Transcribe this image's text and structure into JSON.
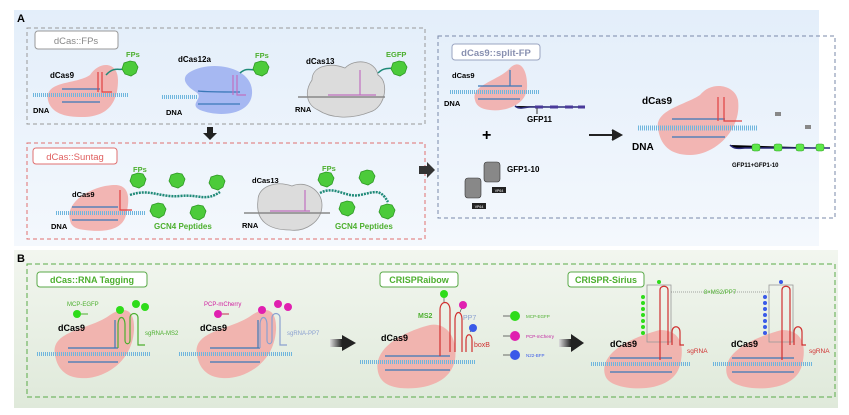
{
  "panel_a": {
    "letter": "A",
    "fps_box": {
      "title": "dCas::FPs",
      "dcas9": "dCas9",
      "dna1": "DNA",
      "fps1": "FPs",
      "dcas12a": "dCas12a",
      "dna2": "DNA",
      "fps2": "FPs",
      "dcas13": "dCas13",
      "rna": "RNA",
      "egfp": "EGFP"
    },
    "suntag_box": {
      "title": "dCas::Suntag",
      "fps1": "FPs",
      "dcas9": "dCas9",
      "dna": "DNA",
      "gcn4_1": "GCN4 Peptides",
      "dcas13": "dCas13",
      "rna": "RNA",
      "fps2": "FPs",
      "gcn4_2": "GCN4 Peptides"
    },
    "split_box": {
      "title": "dCas9::split-FP",
      "dcas9_small": "dCas9",
      "dna_small": "DNA",
      "gfp11": "GFP11",
      "plus": "+",
      "gfp1_10": "GFP1-10",
      "vp64": "VP64",
      "dcas9_large": "dCas9",
      "dna_large": "DNA",
      "combined": "GFP11+GFP1-10"
    }
  },
  "panel_b": {
    "letter": "B",
    "rna_tagging": {
      "title": "dCas::RNA Tagging",
      "mcp_egfp": "MCP-EGFP",
      "dcas9_1": "dCas9",
      "sgrna_ms2": "sgRNA-MS2",
      "pcp_mcherry": "PCP-mCherry",
      "dcas9_2": "dCas9",
      "sgrna_pp7": "sgRNA-PP7"
    },
    "crisprainbow": {
      "title": "CRISPRaibow",
      "dcas9": "dCas9",
      "ms2": "MS2",
      "pp7": "PP7",
      "boxb": "boxB",
      "legend": [
        "MCP-EGFP",
        "PCP-mCherry",
        "N22-BFP"
      ]
    },
    "crispr_sirius": {
      "title": "CRISPR-Sirius",
      "dcas9_1": "dCas9",
      "sgrna_1": "sgRNA",
      "repeat": "8×MS2/PP7",
      "dcas9_2": "dCas9",
      "sgrna_2": "sgRNA"
    }
  },
  "colors": {
    "green": "#4caf2e",
    "red": "#e05a5a",
    "pink_protein": "#f2a9a6",
    "blue_protein": "#9aaef0",
    "grey_protein": "#d9d9d9",
    "magenta": "#e020b0",
    "blue_dot": "#3a5ae8"
  }
}
